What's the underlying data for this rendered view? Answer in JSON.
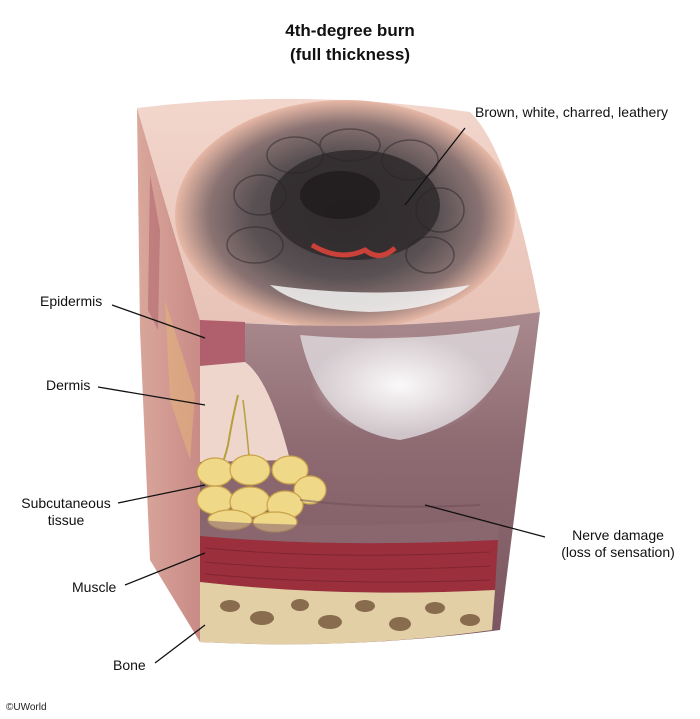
{
  "title": {
    "line1": "4th-degree burn",
    "line2": "(full thickness)"
  },
  "labels": {
    "surface": "Brown, white, charred, leathery",
    "epidermis": "Epidermis",
    "dermis": "Dermis",
    "subcutaneous_line1": "Subcutaneous",
    "subcutaneous_line2": "tissue",
    "muscle": "Muscle",
    "bone": "Bone",
    "nerve_line1": "Nerve damage",
    "nerve_line2": "(loss of sensation)"
  },
  "credit": "©UWorld"
}
